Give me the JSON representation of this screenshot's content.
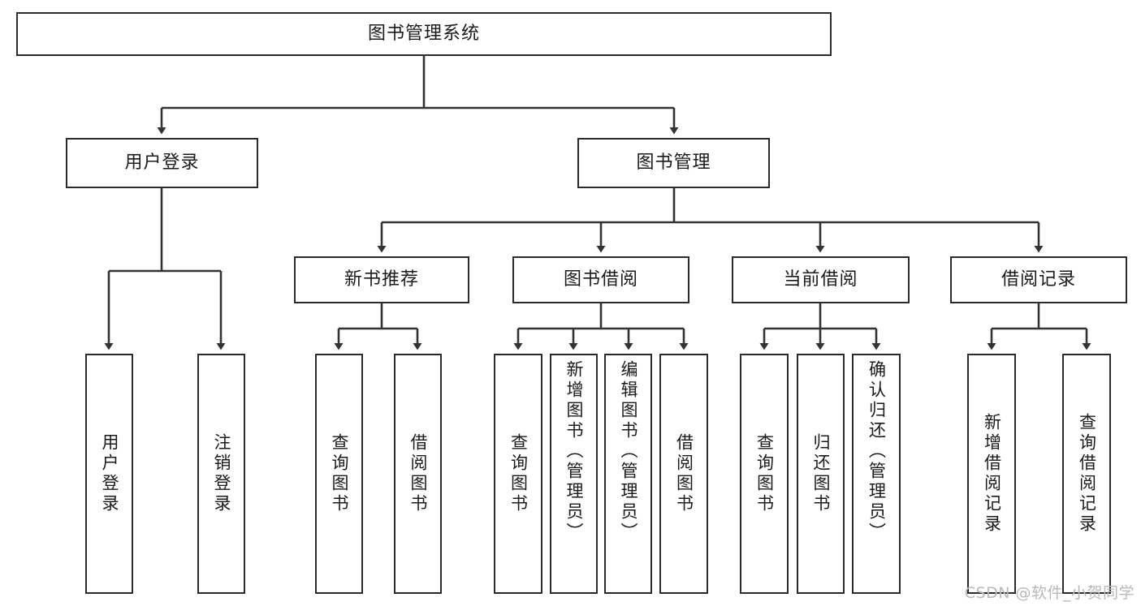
{
  "diagram": {
    "type": "tree-hierarchy",
    "title": "图书管理系统",
    "watermark": "CSDN @软件_小贺同学",
    "colors": {
      "border": "#2b2b2b",
      "background": "#ffffff",
      "text": "#1a1a1a",
      "connector": "#333333",
      "watermark": "#b9b9b9"
    },
    "nodes": {
      "root": {
        "label": "图书管理系统",
        "level": 1,
        "orientation": "horizontal"
      },
      "user_login": {
        "label": "用户登录",
        "level": 2,
        "orientation": "horizontal"
      },
      "book_manage": {
        "label": "图书管理",
        "level": 2,
        "orientation": "horizontal"
      },
      "new_book_rec": {
        "label": "新书推荐",
        "level": 3,
        "orientation": "horizontal"
      },
      "book_borrow": {
        "label": "图书借阅",
        "level": 3,
        "orientation": "horizontal"
      },
      "current_borrow": {
        "label": "当前借阅",
        "level": 3,
        "orientation": "horizontal"
      },
      "borrow_record": {
        "label": "借阅记录",
        "level": 3,
        "orientation": "horizontal"
      },
      "leaf_user_login": {
        "label": "用户登录",
        "level": 4,
        "orientation": "vertical"
      },
      "leaf_logout": {
        "label": "注销登录",
        "level": 4,
        "orientation": "vertical"
      },
      "leaf_query_book_1": {
        "label": "查询图书",
        "level": 4,
        "orientation": "vertical"
      },
      "leaf_borrow_book_1": {
        "label": "借阅图书",
        "level": 4,
        "orientation": "vertical"
      },
      "leaf_query_book_2": {
        "label": "查询图书",
        "level": 4,
        "orientation": "vertical"
      },
      "leaf_add_book": {
        "label": "新增图书（管理员）",
        "level": 4,
        "orientation": "vertical"
      },
      "leaf_edit_book": {
        "label": "编辑图书（管理员）",
        "level": 4,
        "orientation": "vertical"
      },
      "leaf_borrow_book_2": {
        "label": "借阅图书",
        "level": 4,
        "orientation": "vertical"
      },
      "leaf_query_book_3": {
        "label": "查询图书",
        "level": 4,
        "orientation": "vertical"
      },
      "leaf_return_book": {
        "label": "归还图书",
        "level": 4,
        "orientation": "vertical"
      },
      "leaf_confirm_return": {
        "label": "确认归还（管理员）",
        "level": 4,
        "orientation": "vertical"
      },
      "leaf_add_record": {
        "label": "新增借阅记录",
        "level": 4,
        "orientation": "vertical"
      },
      "leaf_query_record": {
        "label": "查询借阅记录",
        "level": 4,
        "orientation": "vertical"
      }
    },
    "edges": [
      {
        "from": "root",
        "to": "user_login"
      },
      {
        "from": "root",
        "to": "book_manage"
      },
      {
        "from": "user_login",
        "to": "leaf_user_login"
      },
      {
        "from": "user_login",
        "to": "leaf_logout"
      },
      {
        "from": "book_manage",
        "to": "new_book_rec"
      },
      {
        "from": "book_manage",
        "to": "book_borrow"
      },
      {
        "from": "book_manage",
        "to": "current_borrow"
      },
      {
        "from": "book_manage",
        "to": "borrow_record"
      },
      {
        "from": "new_book_rec",
        "to": "leaf_query_book_1"
      },
      {
        "from": "new_book_rec",
        "to": "leaf_borrow_book_1"
      },
      {
        "from": "book_borrow",
        "to": "leaf_query_book_2"
      },
      {
        "from": "book_borrow",
        "to": "leaf_add_book"
      },
      {
        "from": "book_borrow",
        "to": "leaf_edit_book"
      },
      {
        "from": "book_borrow",
        "to": "leaf_borrow_book_2"
      },
      {
        "from": "current_borrow",
        "to": "leaf_query_book_3"
      },
      {
        "from": "current_borrow",
        "to": "leaf_return_book"
      },
      {
        "from": "current_borrow",
        "to": "leaf_confirm_return"
      },
      {
        "from": "borrow_record",
        "to": "leaf_add_record"
      },
      {
        "from": "borrow_record",
        "to": "leaf_query_record"
      }
    ]
  }
}
